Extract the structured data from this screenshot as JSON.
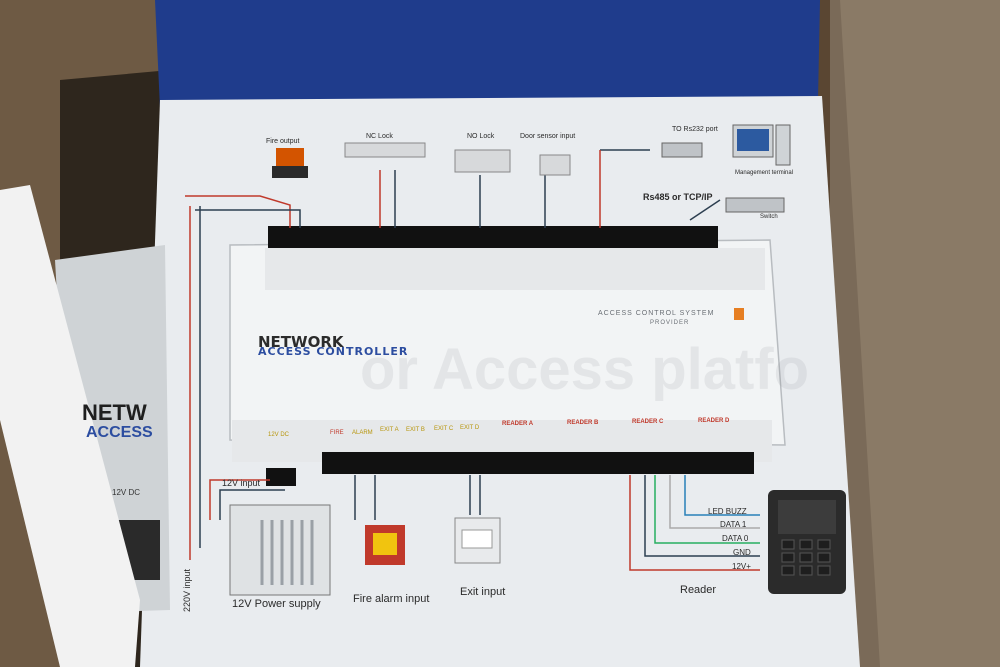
{
  "manual": {
    "brand_top": "ACCESS CONTROL SYSTEM",
    "brand_bottom": "PROVIDER",
    "title_line1": "NETWORK",
    "title_line2": "ACCESS CONTROLLER",
    "watermark": "or Access platfo",
    "top_devices": {
      "fire_output": "Fire output",
      "nc_lock": "NC Lock",
      "no_lock": "NO Lock",
      "door_sensor": "Door sensor input",
      "rs232": "TO Rs232 port",
      "mgmt_terminal": "Management terminal",
      "rs485": "Rs485 or TCP/IP",
      "switch": "Switch"
    },
    "bottom_headers": {
      "dc12": "12V DC",
      "fire": "FIRE",
      "alarm": "ALARM",
      "exit_a": "EXIT A",
      "exit_b": "EXIT B",
      "exit_c": "EXIT C",
      "exit_d": "EXIT D",
      "reader_a": "READER A",
      "reader_b": "READER B",
      "reader_c": "READER C",
      "reader_d": "READER D"
    },
    "bottom_labels": {
      "input_12v": "12V input",
      "input_220v": "220V input",
      "power_supply": "12V Power supply",
      "fire_alarm": "Fire alarm input",
      "exit_input": "Exit input",
      "reader": "Reader",
      "led_buzz": "LED BUZZ",
      "data1": "DATA 1",
      "data0": "DATA 0",
      "gnd": "GND",
      "v12": "12V+"
    },
    "side_box": {
      "title": "NETW",
      "subtitle": "ACCESS",
      "dc": "12V DC"
    }
  }
}
